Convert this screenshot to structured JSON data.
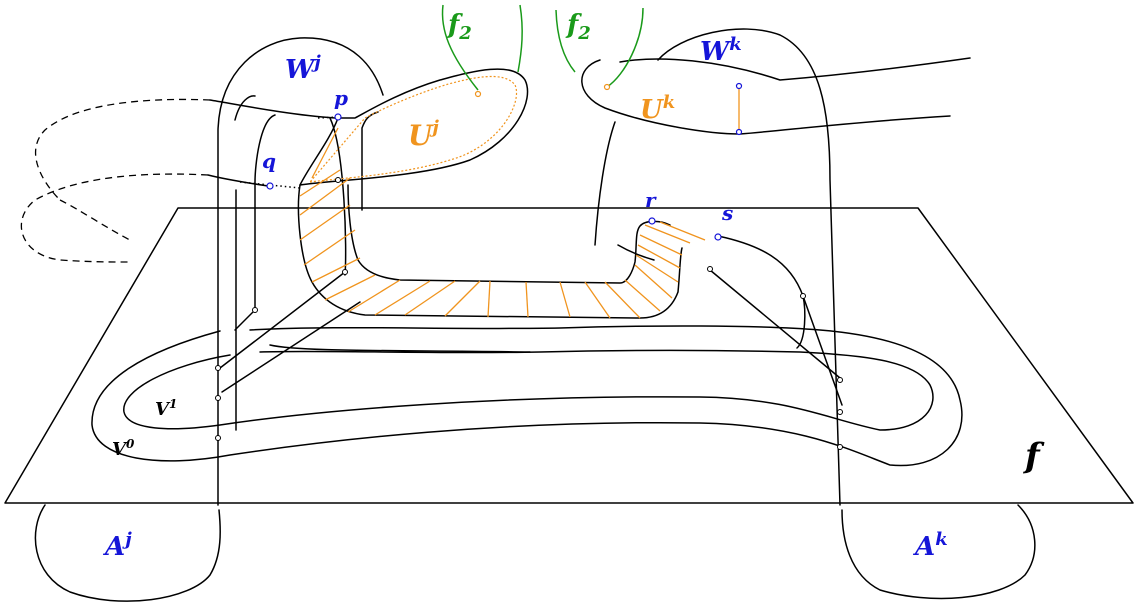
{
  "labels": {
    "f2_left": "f",
    "f2_left_sub": "2",
    "f2_right": "f",
    "f2_right_sub": "2",
    "Wj": "W",
    "Wj_sup": "j",
    "Wk": "W",
    "Wk_sup": "k",
    "Uj": "U",
    "Uj_sup": "j",
    "Uk": "U",
    "Uk_sup": "k",
    "p": "p",
    "q": "q",
    "r": "r",
    "s": "s",
    "V1": "V",
    "V1_sup": "1",
    "V0": "V",
    "V0_sup": "0",
    "f": "f",
    "Aj": "A",
    "Aj_sup": "j",
    "Ak": "A",
    "Ak_sup": "k"
  },
  "colors": {
    "blue_labels": "#1515d8",
    "orange_regions": "#f0941e",
    "green_curves": "#1a9a1a",
    "black_lines": "#000000"
  }
}
